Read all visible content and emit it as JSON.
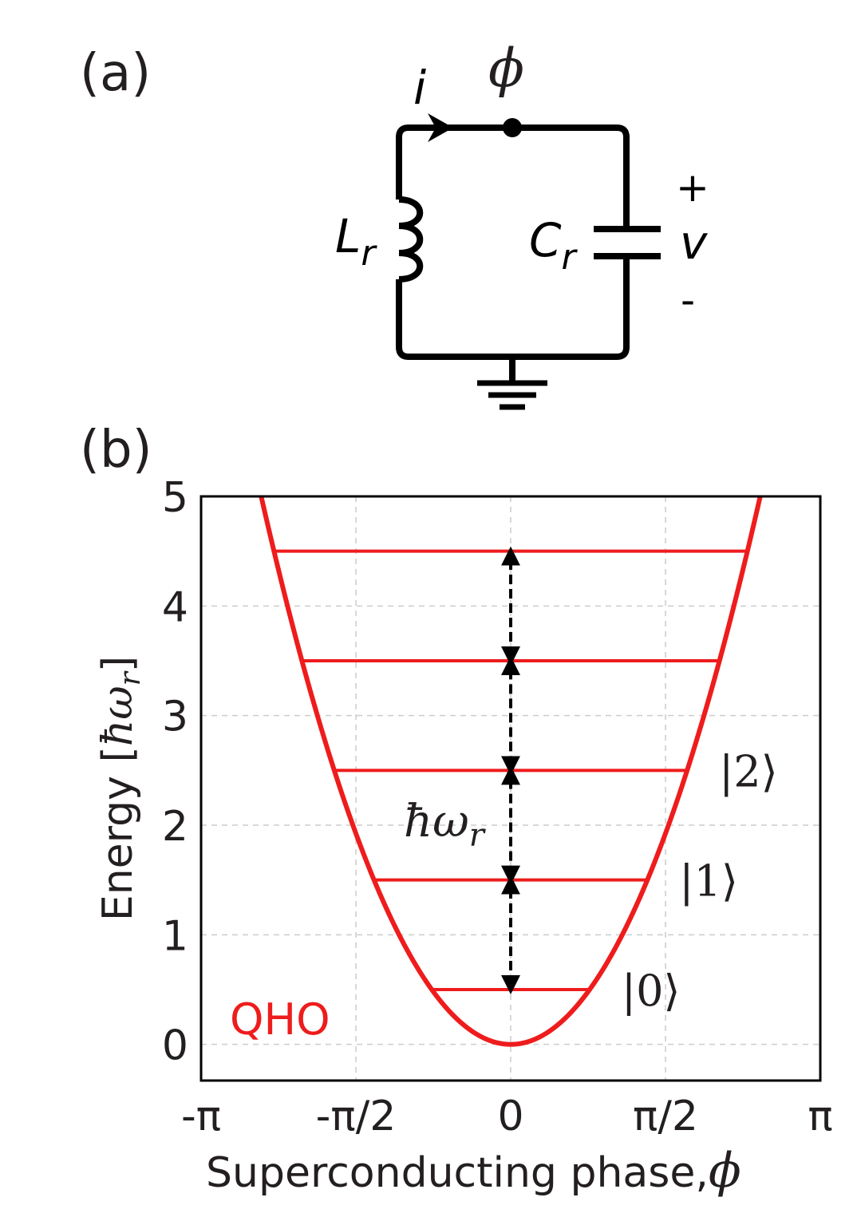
{
  "panel_a": {
    "label": "(a)",
    "current_label": "i",
    "node_label": "ϕ",
    "inductor_label": "L",
    "inductor_subscript": "r",
    "capacitor_label": "C",
    "capacitor_subscript": "r",
    "voltage_plus": "+",
    "voltage_label": "v",
    "voltage_minus": "-"
  },
  "panel_b": {
    "label": "(b)"
  },
  "chart_data": {
    "type": "line",
    "title": "",
    "xlabel": "Superconducting phase,",
    "xlabel_symbol": "ϕ",
    "ylabel": "Energy [",
    "ylabel_unit": "ħω",
    "ylabel_unit_subscript": "r",
    "ylabel_close": "]",
    "xlim": [
      -3.14159,
      3.14159
    ],
    "ylim": [
      -0.33,
      5.0
    ],
    "grid": true,
    "x_ticks": [
      {
        "value": -3.14159,
        "label": "-π"
      },
      {
        "value": -1.5708,
        "label": "-π/2"
      },
      {
        "value": 0,
        "label": "0"
      },
      {
        "value": 1.5708,
        "label": "π/2"
      },
      {
        "value": 3.14159,
        "label": "π"
      }
    ],
    "y_ticks": [
      {
        "value": 0,
        "label": "0"
      },
      {
        "value": 1,
        "label": "1"
      },
      {
        "value": 2,
        "label": "2"
      },
      {
        "value": 3,
        "label": "3"
      },
      {
        "value": 4,
        "label": "4"
      },
      {
        "value": 5,
        "label": "5"
      }
    ],
    "potential": {
      "name": "QHO",
      "curvature": 0.78,
      "color": "#ee1c1c"
    },
    "levels": [
      0.5,
      1.5,
      2.5,
      3.5,
      4.5
    ],
    "level_labels": [
      {
        "level": 0.5,
        "text": "|0⟩"
      },
      {
        "level": 1.5,
        "text": "|1⟩"
      },
      {
        "level": 2.5,
        "text": "|2⟩"
      }
    ],
    "spacing_label": "ħω",
    "spacing_label_subscript": "r"
  },
  "colors": {
    "curve": "#ee1c1c",
    "axis": "#000000",
    "text": "#231f20",
    "grid": "#cccccc"
  }
}
